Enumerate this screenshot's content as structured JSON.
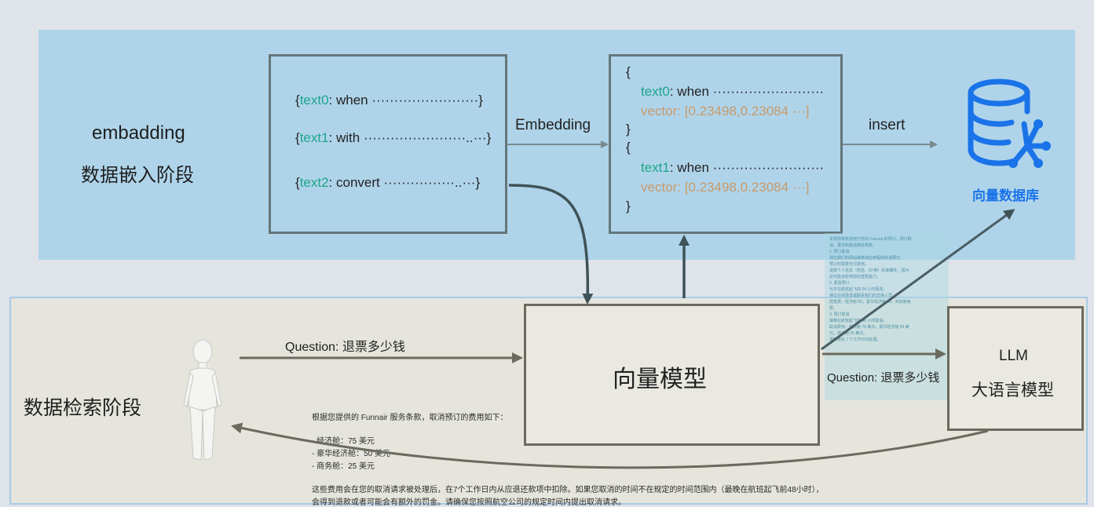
{
  "top_stage": {
    "title_line1": "embadding",
    "title_line2": "数据嵌入阶段"
  },
  "bottom_stage": {
    "title": "数据检索阶段"
  },
  "text_box": {
    "items": [
      {
        "open": "{",
        "key": "text0",
        "rest": ": when ························}"
      },
      {
        "open": "{",
        "key": "text1",
        "rest": ": with ·······················..···}"
      },
      {
        "open": "{",
        "key": "text2",
        "rest": ": convert ················..···}"
      }
    ]
  },
  "vector_box": {
    "open1": "{",
    "key1": "text0",
    "rest1": ": when ·························",
    "vec1": "vector: [0.23498,0.23084 ···]",
    "close1": "}",
    "open2": "{",
    "key2": "text1",
    "rest2": ": when ·························",
    "vec2": "vector: [0.23498,0.23084 ···]",
    "close2": "}"
  },
  "edges": {
    "embedding_label": "Embedding",
    "insert_label": "insert",
    "question_label_left": "Question: 退票多少钱",
    "question_label_right": "Question: 退票多少钱"
  },
  "vector_db": {
    "label": "向量数据库",
    "icon": "database-network-icon",
    "color": "#1a73e8"
  },
  "model_box": {
    "label": "向量模型"
  },
  "llm_box": {
    "line1": "LLM",
    "line2": "大语言模型"
  },
  "user": {
    "icon": "person-figure-icon"
  },
  "answer": {
    "intro": "根据您提供的 Funnair 服务条款，取消预订的费用如下：",
    "items": [
      "- 经济舱：75 美元",
      "- 豪华经济舱：50 美元",
      "- 商务舱：25 美元"
    ],
    "para1": "这些费用会在您的取消请求被处理后，在7个工作日内从应退还款项中扣除。如果您取消的时间不在规定的时间范围内（最晚在航班起飞前48小时），",
    "para2": "会得到退款或者可能会有额外的罚金。请确保您按照航空公司的规定时间内提出取消请求。"
  },
  "retrieved_doc": {
    "lines": [
      "本规则条款适用于您对 Funnair 的预订。预订取",
      "消、更改和其他相关条款。",
      "1. 预订取消",
      "   通过我们的网站或移动应用程序取消预订。",
      "   预订时需要支付费用。",
      "   退款个人信息（姓名、ID 等）的准确性，因为",
      "   这可能会影响您的登机能力。",
      "2. 更改预订",
      "   允许在航班起飞前 24 小时更改。",
      "   通过在线更改或联系我们的支持人员。",
      "   改签费：经济舱 50，豪华经济舱 30，商务舱免",
      "   费。",
      "3. 预订取消",
      "   最晚在航班起飞前 48 小时取消。",
      "   取消费用：经济舱 75 美元，豪华经济舱 50 美",
      "   元，商务舱 25 美元。",
      "   退款将在 7 个工作日内处理。"
    ]
  }
}
